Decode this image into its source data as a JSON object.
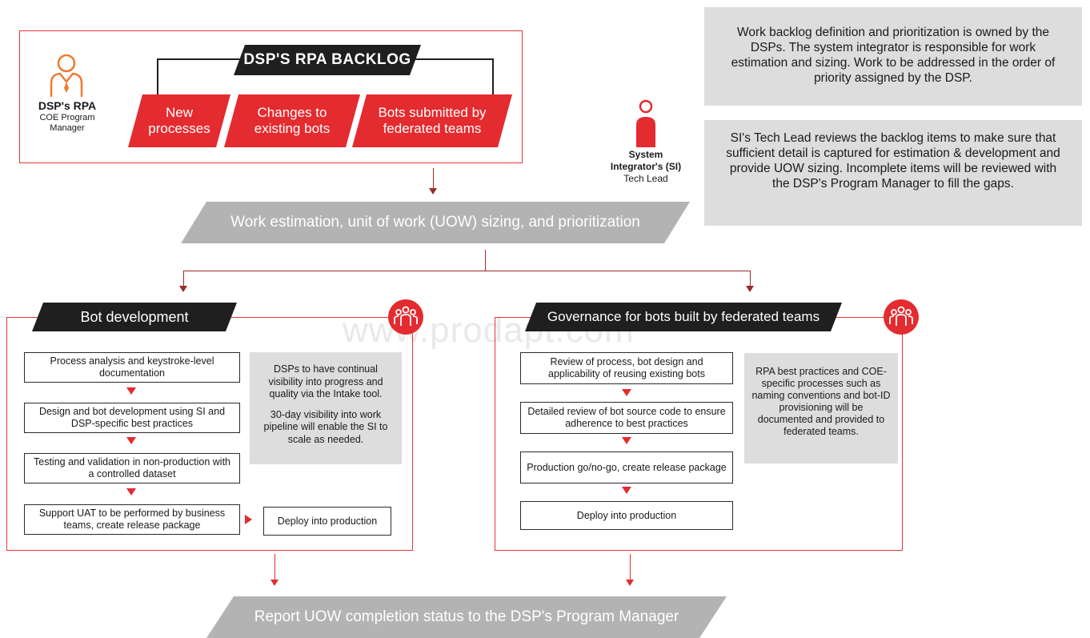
{
  "backlog": {
    "title": "DSP'S RPA BACKLOG",
    "items": [
      {
        "line1": "New",
        "line2": "processes"
      },
      {
        "line1": "Changes to",
        "line2": "existing bots"
      },
      {
        "line1": "Bots submitted by",
        "line2": "federated teams"
      }
    ]
  },
  "coe_manager": {
    "name": "DSP's RPA",
    "role_line1": "COE Program",
    "role_line2": "Manager",
    "icon": "manager-person-icon"
  },
  "si_lead": {
    "line1": "System",
    "line2": "Integrator's (SI)",
    "line3": "Tech Lead",
    "icon": "person-icon"
  },
  "notes": {
    "top": "Work backlog definition and prioritization is owned by the DSPs. The system integrator is responsible for work estimation and sizing. Work to be addressed in the order of priority assigned by the DSP.",
    "second": "SI's Tech Lead reviews the backlog items to make sure that sufficient detail is captured for estimation & development and provide UOW sizing. Incomplete items will be reviewed with the DSP's Program Manager to fill the gaps."
  },
  "estimation_banner": "Work estimation, unit of work (UOW) sizing, and prioritization",
  "watermark": "www.prodapt.com",
  "bot_dev": {
    "title": "Bot development",
    "steps": [
      "Process analysis and keystroke-level documentation",
      "Design and bot development using SI and DSP-specific best practices",
      "Testing and validation in non-production with a controlled dataset",
      "Support UAT to be performed by business teams, create release package"
    ],
    "deploy": "Deploy into production",
    "note_p1": "DSPs to have continual visibility into progress and quality via the Intake tool.",
    "note_p2": "30-day visibility into work pipeline will enable the SI to scale as needed."
  },
  "governance": {
    "title": "Governance for bots built by federated teams",
    "steps": [
      "Review of  process, bot design and applicability of reusing existing bots",
      "Detailed review of bot source code to ensure adherence to best practices",
      "Production go/no-go, create release package",
      "Deploy into production"
    ],
    "note": "RPA best practices and COE-specific processes such as naming conventions and bot-ID provisioning will be documented and provided to federated teams."
  },
  "report_banner": "Report UOW completion status to the DSP's Program Manager",
  "colors": {
    "accent": "#e42b2f",
    "dark": "#1f1f1f",
    "grey_banner": "#b3b3b3",
    "note_bg": "#dddddd"
  }
}
